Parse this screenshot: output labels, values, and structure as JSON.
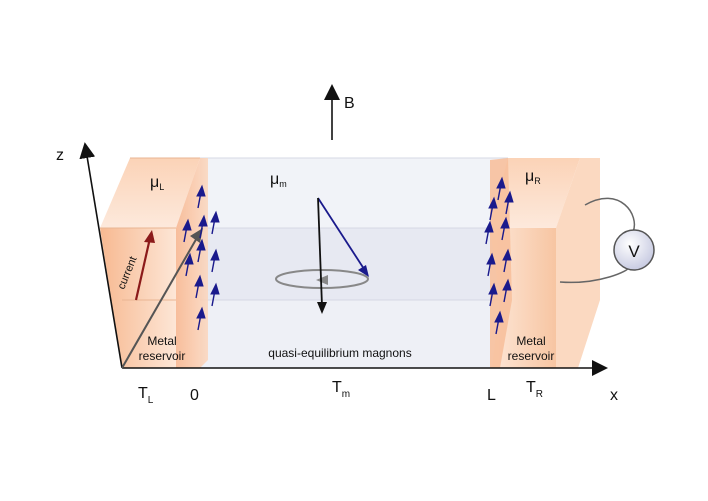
{
  "axes": {
    "z": "z",
    "x": "x"
  },
  "field": {
    "label": "B"
  },
  "chemical_potentials": {
    "left": "μ",
    "left_sub": "L",
    "magnon": "μ",
    "magnon_sub": "m",
    "right": "μ",
    "right_sub": "R"
  },
  "temperatures": {
    "left": "T",
    "left_sub": "L",
    "magnon": "T",
    "magnon_sub": "m",
    "right": "T",
    "right_sub": "R"
  },
  "positions": {
    "origin": "0",
    "length": "L"
  },
  "reservoirs": {
    "left_line1": "Metal",
    "left_line2": "reservoir",
    "right_line1": "Metal",
    "right_line2": "reservoir"
  },
  "magnon_region": {
    "label": "quasi-equilibrium magnons"
  },
  "current": {
    "label": "current"
  },
  "voltmeter": {
    "label": "V"
  },
  "colors": {
    "reservoir": "#f9c9a4",
    "spin_arrow": "#1a1a8c",
    "current_arrow": "#8b1a1a",
    "magnon_box": "#e6e8f2"
  }
}
